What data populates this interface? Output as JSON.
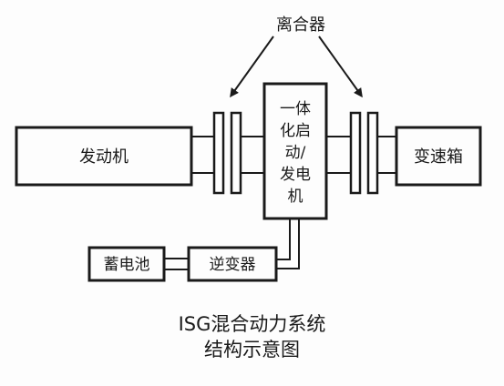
{
  "diagram": {
    "clutch_label": "离合器",
    "engine_label": "发动机",
    "isg_label_lines": [
      "一体",
      "化启",
      "动/",
      "发电",
      "机"
    ],
    "gearbox_label": "变速箱",
    "battery_label": "蓄电池",
    "inverter_label": "逆变器"
  },
  "caption": {
    "line1": "ISG混合动力系统",
    "line2": "结构示意图"
  },
  "colors": {
    "stroke": "#1a1a1a",
    "background": "#fdfdfd"
  }
}
